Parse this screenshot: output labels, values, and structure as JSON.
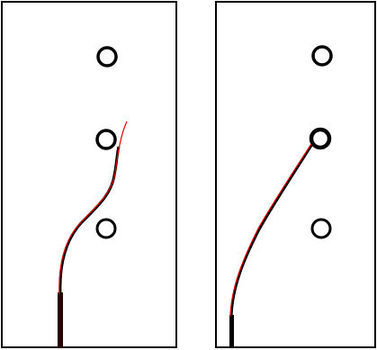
{
  "panels": [
    {
      "id": "left",
      "holes": 3,
      "notch_present": true,
      "crack_path_shape": "curved-s",
      "colors": {
        "outline": "#000000",
        "crack_trace": "#e00000",
        "fill": "#ffffff"
      }
    },
    {
      "id": "right",
      "holes": 3,
      "notch_present": true,
      "crack_path_shape": "diagonal",
      "colors": {
        "outline": "#000000",
        "crack_trace": "#e00000",
        "fill": "#ffffff"
      }
    }
  ]
}
